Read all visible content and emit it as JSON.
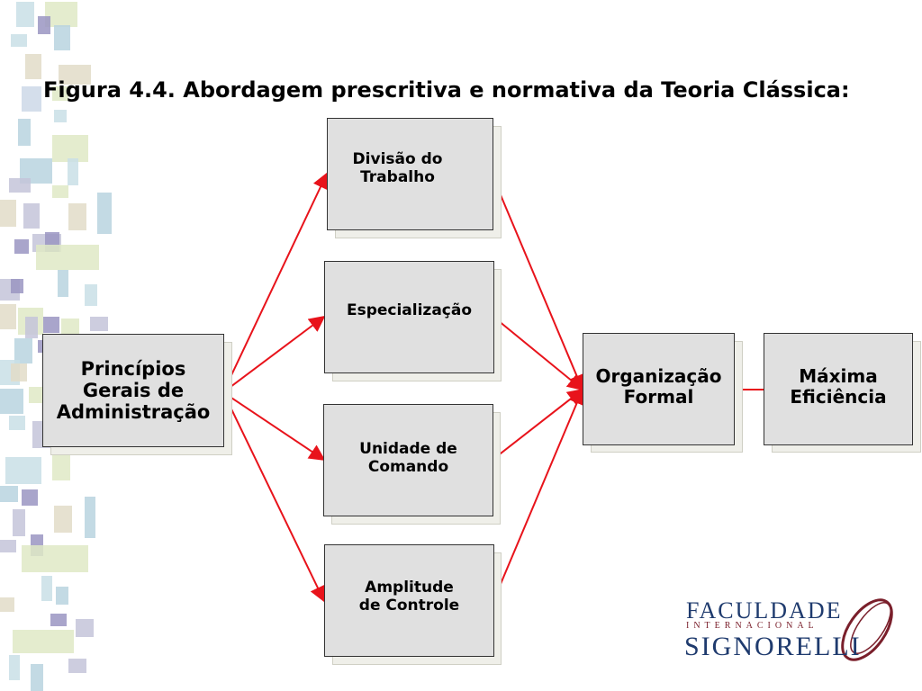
{
  "title": "Figura 4.4. Abordagem prescritiva e normativa da Teoria Clássica:",
  "boxes": {
    "principios": [
      "Princípios",
      "Gerais de",
      "Administração"
    ],
    "divisao": [
      "Divisão do",
      "Trabalho"
    ],
    "especializacao": [
      "Especialização"
    ],
    "unidade": [
      "Unidade de",
      "Comando"
    ],
    "amplitude": [
      "Amplitude",
      "de Controle"
    ],
    "organizacao": [
      "Organização",
      "Formal"
    ],
    "maxima": [
      "Máxima",
      "Eficiência"
    ]
  },
  "logo": {
    "line1": "FACULDADE",
    "line2": "INTERNACIONAL",
    "line3": "SIGNORELLI"
  },
  "colors": {
    "arrow": "#e8131b",
    "box_fill": "#e0e0e0",
    "logo_blue": "#1f3b6e",
    "logo_red": "#7a1f2b"
  }
}
